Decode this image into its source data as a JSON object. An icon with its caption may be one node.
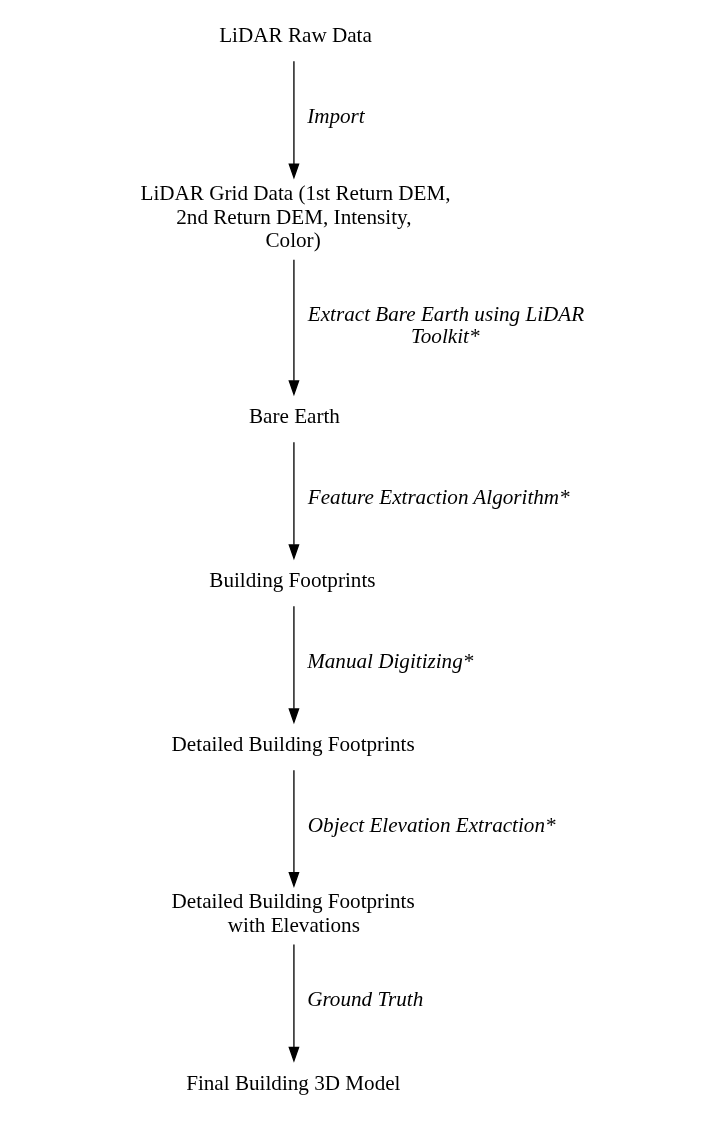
{
  "diagram": {
    "nodes": [
      {
        "text": [
          "LiDAR Raw Data"
        ]
      },
      {
        "text": [
          "LiDAR Grid Data (1st Return DEM, 2nd Return DEM, Intensity, Color)"
        ]
      },
      {
        "text": [
          "Bare Earth"
        ]
      },
      {
        "text": [
          "Building Footprints"
        ]
      },
      {
        "text": [
          "Detailed Building Footprints"
        ]
      },
      {
        "text": [
          "Detailed Building Footprints with Elevations"
        ]
      },
      {
        "text": [
          "Final Building 3D Model"
        ]
      }
    ],
    "edges": [
      {
        "from": 0,
        "to": 1,
        "arrow": "to",
        "label": "Import"
      },
      {
        "from": 1,
        "to": 2,
        "arrow": "to",
        "label": "Extract Bare Earth using LiDAR Toolkit*"
      },
      {
        "from": 2,
        "to": 3,
        "arrow": "to",
        "label": "Feature Extraction Algorithm*"
      },
      {
        "from": 3,
        "to": 4,
        "arrow": "to",
        "label": "Manual Digitizing*"
      },
      {
        "from": 4,
        "to": 5,
        "arrow": "to",
        "label": "Object Elevation Extraction*"
      },
      {
        "from": 5,
        "to": 6,
        "arrow": "to",
        "label": "Ground Truth"
      }
    ]
  }
}
